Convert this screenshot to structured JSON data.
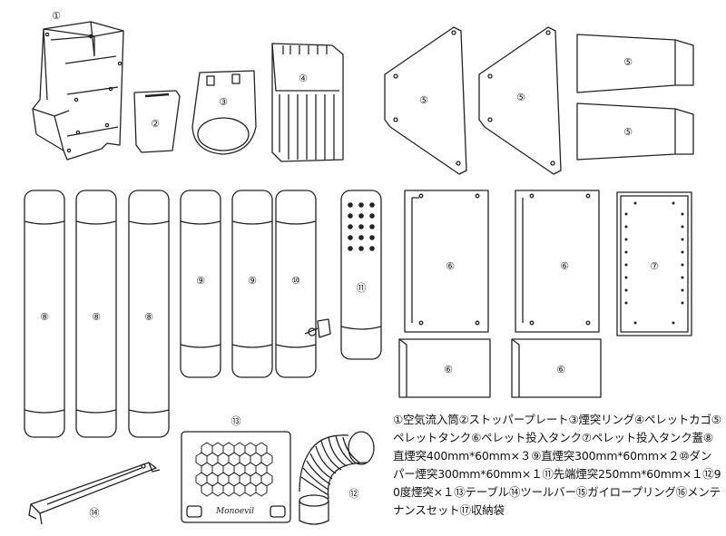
{
  "labels": {
    "n1": "①",
    "n2": "②",
    "n3": "③",
    "n4": "④",
    "n5": "⑤",
    "n6": "⑥",
    "n7": "⑦",
    "n8": "⑧",
    "n9": "⑨",
    "n10": "⑩",
    "n11": "⑪",
    "n12": "⑫",
    "n13": "⑬",
    "n14": "⑭"
  },
  "description": "①空気流入筒②ストッパープレート③煙突リング④ペレットカゴ⑤ペレットタンク⑥ペレット投入タンク⑦ペレット投入タンク蓋⑧直煙突400mm*60mm×３⑨直煙突300mm*60mm×２⑩ダンパー煙突300mm*60mm×１⑪先端煙突250mm*60mm×１⑫90度煙突×１⑬テーブル⑭ツールバー⑮ガイロープリング⑯メンテナンスセット⑰収納袋",
  "logo_text": "Monoevil"
}
